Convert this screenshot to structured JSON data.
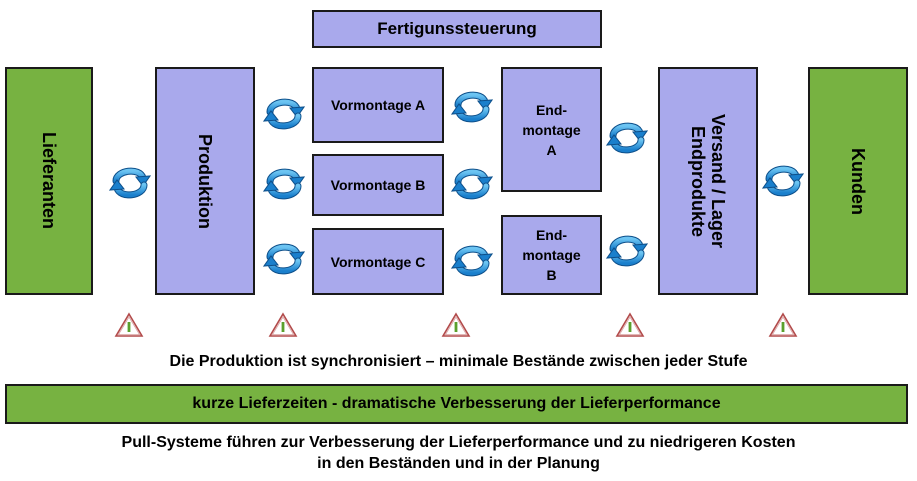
{
  "top": {
    "control": "Fertigunssteuerung"
  },
  "stages": {
    "suppliers": "Lieferanten",
    "production": "Produktion",
    "premount_a": "Vormontage A",
    "premount_b": "Vormontage B",
    "premount_c": "Vormontage C",
    "final_a": {
      "l1": "End-",
      "l2": "montage",
      "l3": "A"
    },
    "final_b": {
      "l1": "End-",
      "l2": "montage",
      "l3": "B"
    },
    "shipping": {
      "l1": "Versand / Lager",
      "l2": "Endprodukte"
    },
    "customers": "Kunden"
  },
  "notes": {
    "sync": "Die Produktion ist synchronisiert – minimale Bestände zwischen jeder Stufe",
    "banner": "kurze Lieferzeiten - dramatische Verbesserung der Lieferperformance",
    "pull_l1": "Pull-Systeme führen zur Verbesserung der Lieferperformance und zu niedrigeren Kosten",
    "pull_l2": "in den Beständen und in der Planung"
  },
  "icons": {
    "cycle": "cycle-arrows-icon",
    "warning": "warning-triangle-icon"
  },
  "colors": {
    "stage_fill": "#a9a9ec",
    "end_fill": "#77b241",
    "cycle_arrow": "#1f8fd6",
    "warning_bar": "#5aa02c",
    "warning_outline": "#b24a4a"
  }
}
